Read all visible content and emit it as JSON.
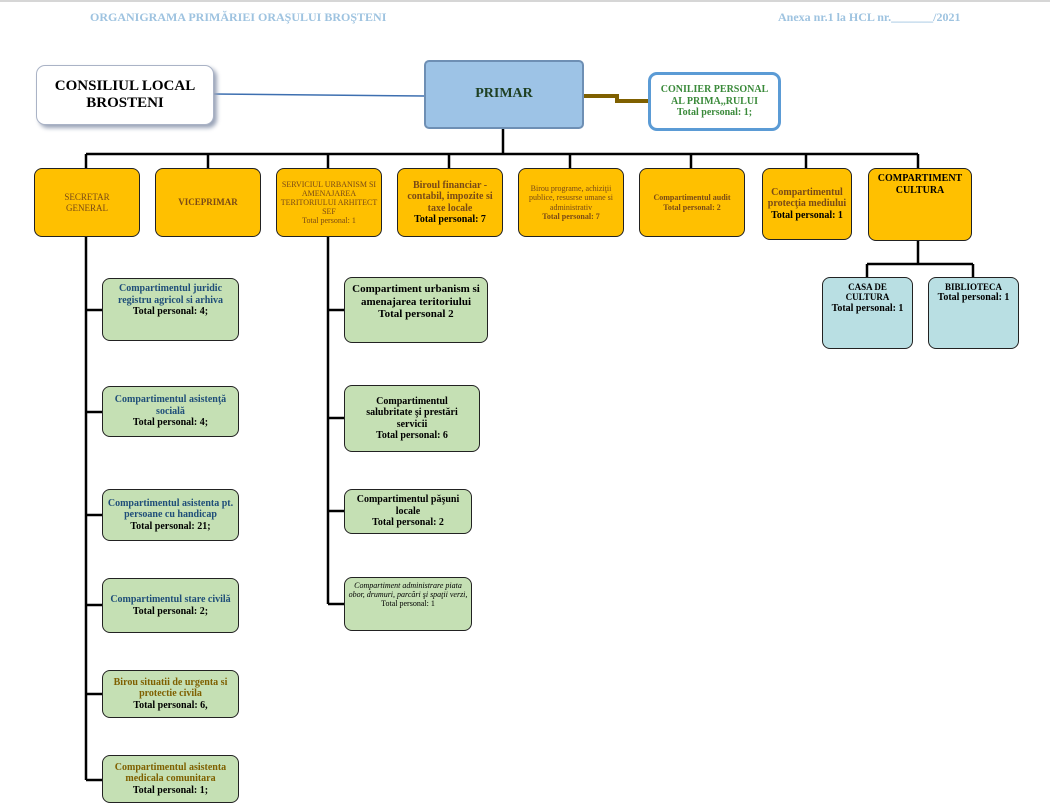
{
  "header": {
    "left_title": "ORGANIGRAMA PRIMĂRIEI ORAŞULUI BROŞTENI",
    "right_title": "Anexa nr.1 la HCL nr._______/2021"
  },
  "colors": {
    "gold": "#ffc000",
    "green": "#c5e0b4",
    "light_blue": "#b9dfe3",
    "primar_blue": "#9dc3e6",
    "header_text": "#9ec3e0"
  },
  "top": {
    "consiliul": "CONSILIUL LOCAL BROSTENI",
    "primar": "PRIMAR",
    "consilier": {
      "title": "CONILIER PERSONAL AL PRIMA,,RULUI",
      "total": "Total personal: 1;"
    }
  },
  "level1": {
    "secretar": "SECRETAR GENERAL",
    "viceprimar": "VICEPRIMAR",
    "urbanism": {
      "title": "SERVICIUL URBANISM SI AMENAJAREA TERITORIULUI ARHITECT SEF",
      "total": "Total personal: 1"
    },
    "financiar": {
      "title": "Biroul financiar - contabil, impozite si taxe locale",
      "total": "Total personal: 7"
    },
    "programe": {
      "title": "Birou programe, achiziţii publice, resusrse umane si administrativ",
      "total": "Total personal: 7"
    },
    "audit": {
      "title": "Compartimentul audit",
      "total": "Total personal: 2"
    },
    "protectia": {
      "title": "Compartimentul protecţia mediului",
      "total": "Total personal: 1"
    },
    "cultura": "COMPARTIMENT CULTURA"
  },
  "secretar_children": [
    {
      "title": "Compartimentul juridic registru agricol si arhiva",
      "total": "Total personal: 4;"
    },
    {
      "title": "Compartimentul asistenţă socială",
      "total": "Total personal: 4;"
    },
    {
      "title": "Compartimentul asistenta pt. persoane cu handicap",
      "total": "Total personal: 21;"
    },
    {
      "title": "Compartimentul stare civilă",
      "total": "Total personal: 2;"
    },
    {
      "title": "Birou situatii de urgenta si protectie civila",
      "total": "Total personal: 6,"
    },
    {
      "title": "Compartimentul asistenta medicala comunitara",
      "total": "Total personal: 1;"
    }
  ],
  "urbanism_children": [
    {
      "title": "Compartiment urbanism si amenajarea teritoriului",
      "total": "Total personal 2"
    },
    {
      "title": "Compartimentul salubritate şi prestări servicii",
      "total": "Total personal: 6"
    },
    {
      "title": "Compartimentul păşuni locale",
      "total": "Total personal: 2"
    },
    {
      "title": "Compartiment administrare piata obor, drumuri, parcări şi spaţii verzi,",
      "total": "Total personal: 1"
    }
  ],
  "cultura_children": [
    {
      "title": "CASA DE CULTURA",
      "total": "Total personal: 1"
    },
    {
      "title": "BIBLIOTECA",
      "total": "Total personal: 1"
    }
  ]
}
